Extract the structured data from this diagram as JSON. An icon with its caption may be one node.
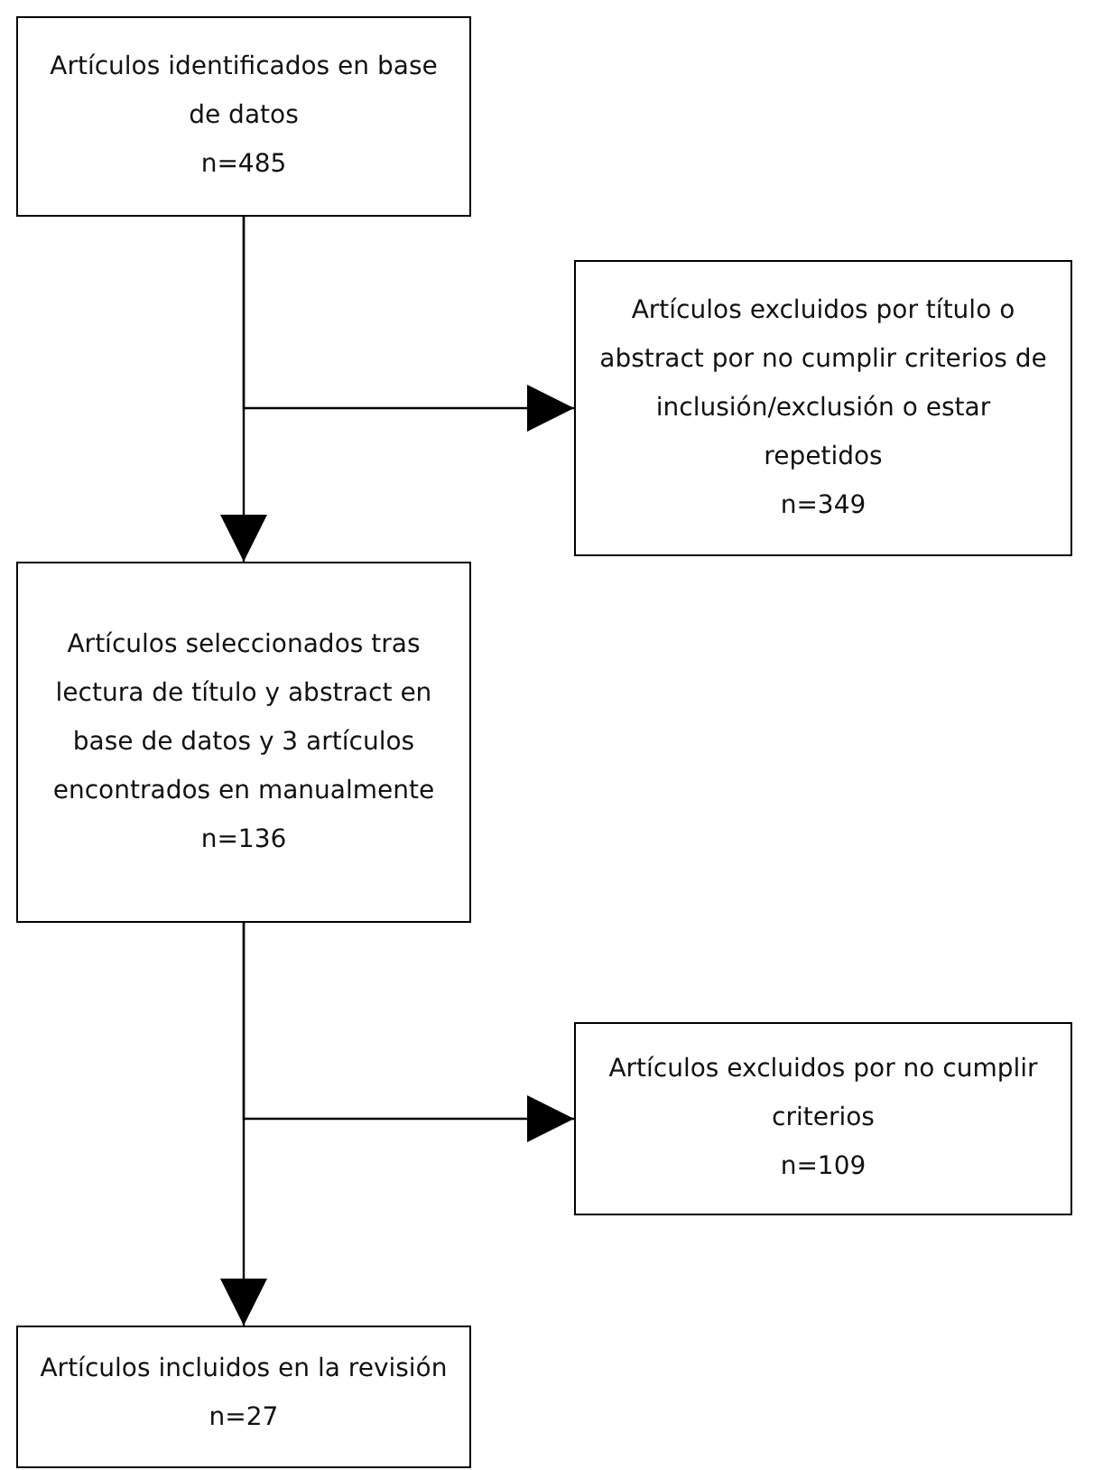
{
  "diagram": {
    "nodes": [
      {
        "text": [
          "Artículos identificados en base de datos",
          "n=485"
        ]
      },
      {
        "text": [
          "Artículos excluidos por título o abstract por no cumplir criterios de inclusión/exclusión o estar repetidos",
          "n=349"
        ]
      },
      {
        "text": [
          "Artículos seleccionados tras lectura de título y abstract en base de datos y 3 artículos encontrados en manualmente",
          "n=136"
        ]
      },
      {
        "text": [
          "Artículos excluidos por no cumplir criterios",
          "n=109"
        ]
      },
      {
        "text": [
          "Artículos incluidos en la revisión",
          "n=27"
        ]
      }
    ],
    "edges": [
      {
        "from": 0,
        "to": 1,
        "arrow": "to"
      },
      {
        "from": 0,
        "to": 2,
        "arrow": "to"
      },
      {
        "from": 2,
        "to": 3,
        "arrow": "to"
      },
      {
        "from": 2,
        "to": 4,
        "arrow": "to"
      }
    ]
  }
}
